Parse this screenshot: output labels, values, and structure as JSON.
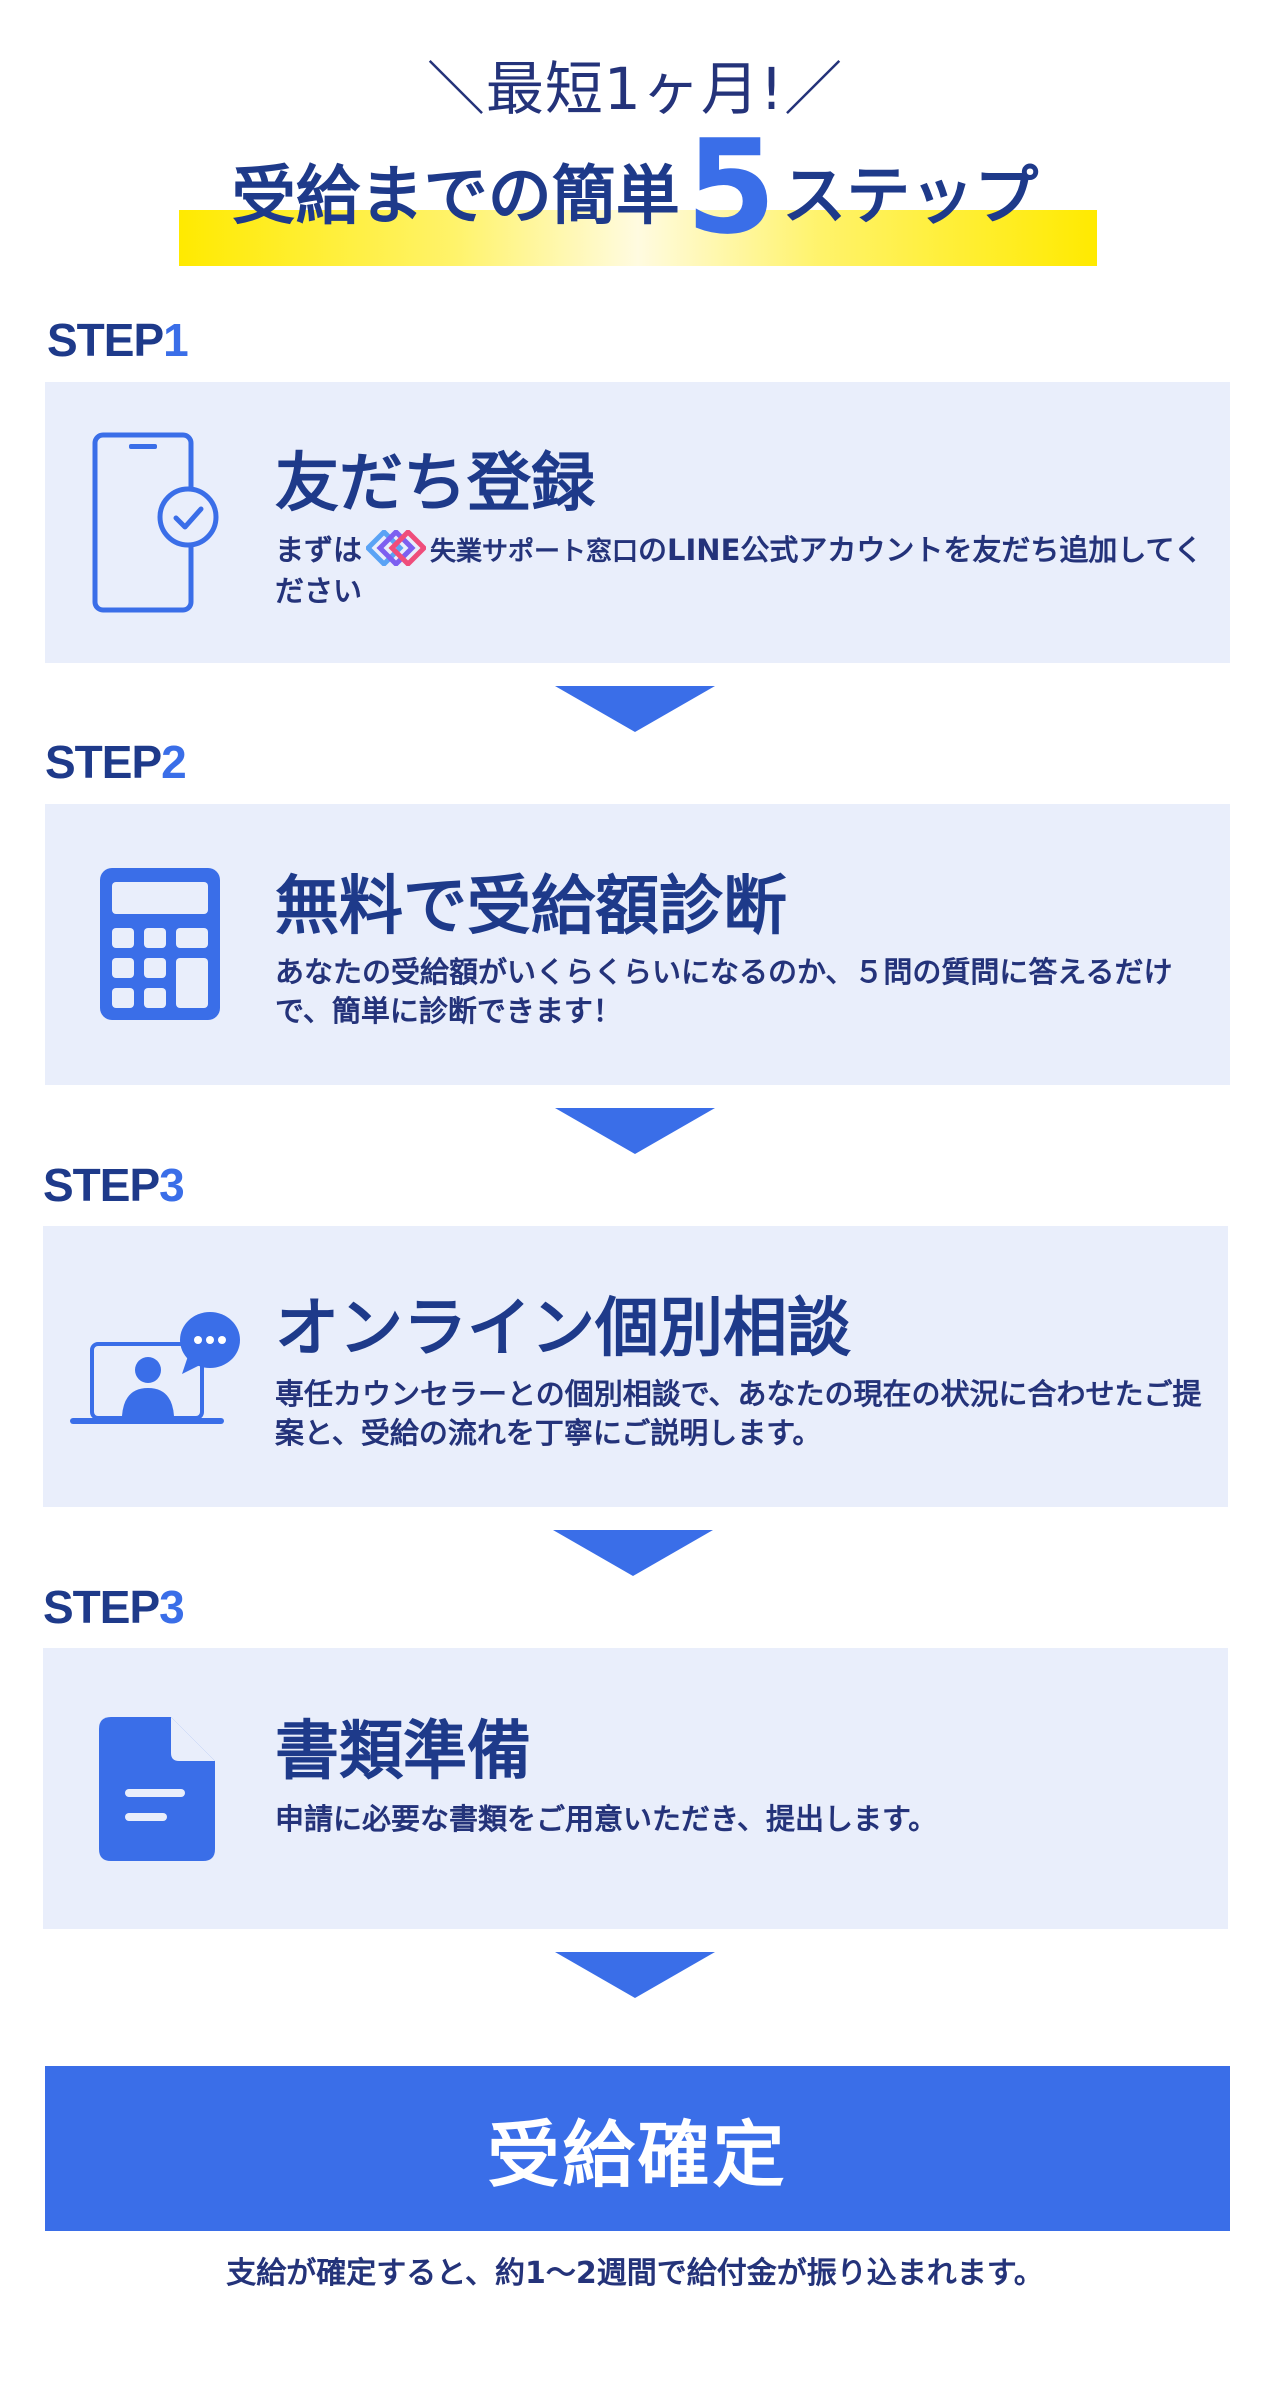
{
  "header": {
    "tagline": "最短1ヶ月!",
    "title_pre": "受給までの簡単",
    "title_num": "5",
    "title_post": "ステップ"
  },
  "steps": [
    {
      "label_prefix": "STEP",
      "label_num": "1",
      "title": "友だち登録",
      "desc_pre": "まずは",
      "brand": "失業サポート窓口",
      "desc_post": "のLINE公式アカウントを友だち追加してください",
      "icon": "smartphone-check-icon"
    },
    {
      "label_prefix": "STEP",
      "label_num": "2",
      "title": "無料で受給額診断",
      "desc": "あなたの受給額がいくらくらいになるのか、５問の質問に答えるだけで、簡単に診断できます！",
      "icon": "calculator-icon"
    },
    {
      "label_prefix": "STEP",
      "label_num": "3",
      "title": "オンライン個別相談",
      "desc": "専任カウンセラーとの個別相談で、あなたの現在の状況に合わせたご提案と、受給の流れを丁寧にご説明します。",
      "icon": "online-consultation-icon"
    },
    {
      "label_prefix": "STEP",
      "label_num": "3",
      "title": "書類準備",
      "desc": "申請に必要な書類をご用意いただき、提出します。",
      "icon": "document-icon"
    }
  ],
  "final": {
    "title": "受給確定",
    "note": "支給が確定すると、約1〜2週間で給付金が振り込まれます。"
  },
  "colors": {
    "primary": "#3a6ee8",
    "navy": "#1e3a8a",
    "card_bg": "#e9eefb",
    "highlight": "#ffea00"
  }
}
